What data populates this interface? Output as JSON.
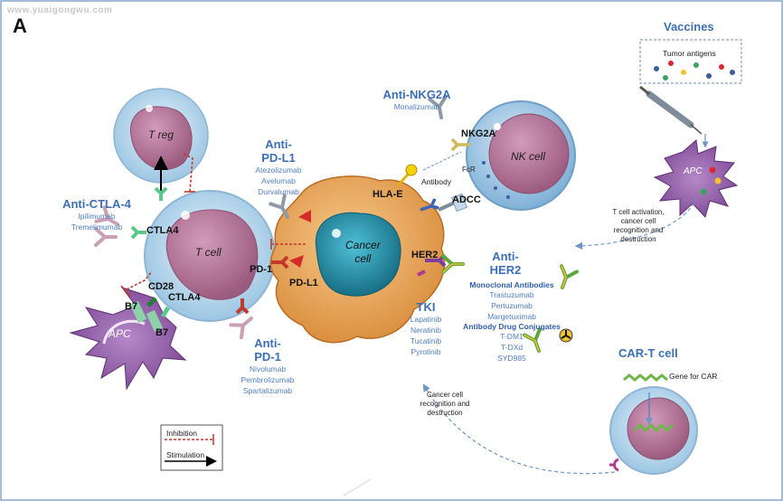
{
  "watermark": "www.yuaigongwu.com",
  "panel_label": "A",
  "cells": {
    "treg": "T reg",
    "tcell": "T cell",
    "apc_left": "APC",
    "cancer": [
      "Cancer",
      "cell"
    ],
    "nk": "NK cell",
    "apc_right": "APC"
  },
  "molecules": {
    "ctla4_top": "CTLA4",
    "cd28": "CD28",
    "ctla4_low": "CTLA4",
    "b7_a": "B7",
    "b7_b": "B7",
    "pd1": "PD-1",
    "pdl1": "PD-L1",
    "hlae": "HLA-E",
    "nkg2a": "NKG2A",
    "her2": "HER2",
    "adcc": "ADCC",
    "fcr": "FcR",
    "antibody": "Antibody"
  },
  "therapies": {
    "anti_ctla4": {
      "title": "Anti-CTLA-4",
      "drugs": [
        "Ipilimumab",
        "Tremelimumab"
      ]
    },
    "anti_pdl1": {
      "title": [
        "Anti-",
        "PD-L1"
      ],
      "drugs": [
        "Atezolizumab",
        "Avelumab",
        "Durvalumab"
      ]
    },
    "anti_nkg2a": {
      "title": "Anti-NKG2A",
      "drugs": [
        "Monalizumab"
      ]
    },
    "anti_pd1": {
      "title": [
        "Anti-",
        "PD-1"
      ],
      "drugs": [
        "Nivolumab",
        "Pembrolizumab",
        "Spartalizumab"
      ]
    },
    "anti_her2": {
      "title": [
        "Anti-",
        "HER2"
      ],
      "mab_heading": "Monoclonal Antibodies",
      "mabs": [
        "Trastuzumab",
        "Pertuzumab",
        "Margetuximab"
      ],
      "adc_heading": "Antibody Drug Conjugates",
      "adcs": [
        "T-DM1",
        "T-DXd",
        "SYD985"
      ]
    },
    "tki": {
      "title": "TKI",
      "drugs": [
        "Lapatinib",
        "Neratinib",
        "Tucatinib",
        "Pyrotinib"
      ]
    },
    "vaccines": {
      "title": "Vaccines",
      "antigen_label": "Tumor antigens"
    },
    "cart": {
      "title": "CAR-T cell",
      "gene_label": "Gene for CAR"
    }
  },
  "annotations": {
    "tcell_activation": [
      "T cell activation,",
      "cancer cell",
      "recognition and",
      "destruction"
    ],
    "cancer_recognition": [
      "Cancer cell",
      "recognition and",
      "destruction"
    ]
  },
  "legend": {
    "inhibition": "Inhibition",
    "stimulation": "Stimulation"
  },
  "colors": {
    "drug_blue": "#3b6fb6",
    "tcell_membrane": "#bcd9ee",
    "tcell_nucleus": "#b57a9a",
    "cancer_body": "#e8a85c",
    "cancer_nucleus": "#2a8fa8",
    "apc": "#8e5aa6",
    "inhibition": "#c0392b",
    "stimulation": "#000000",
    "antibody_green": "#5aa63c"
  }
}
